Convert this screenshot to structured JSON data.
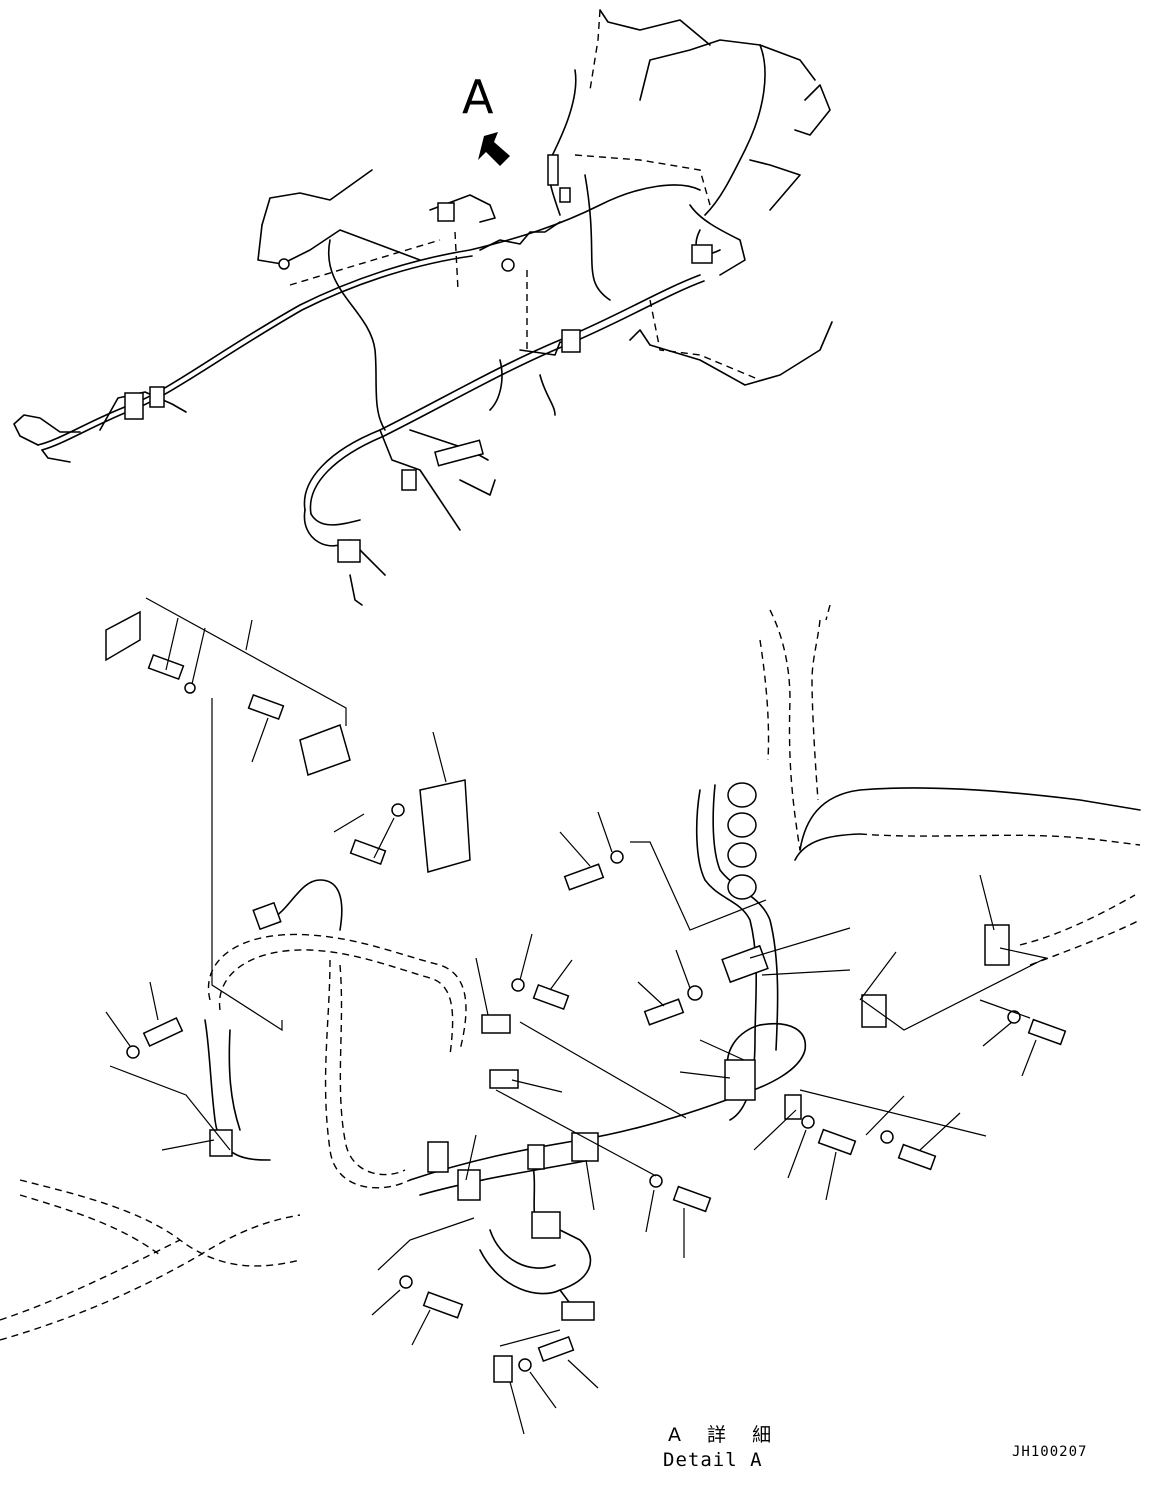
{
  "figure": {
    "view_letter": "A",
    "detail_label_jp": "A 詳 細",
    "detail_label_en": "Detail A",
    "drawing_number": "JH100207"
  },
  "colors": {
    "line": "#000000",
    "background": "#ffffff"
  },
  "icons": [
    "view-direction-arrow-icon"
  ]
}
